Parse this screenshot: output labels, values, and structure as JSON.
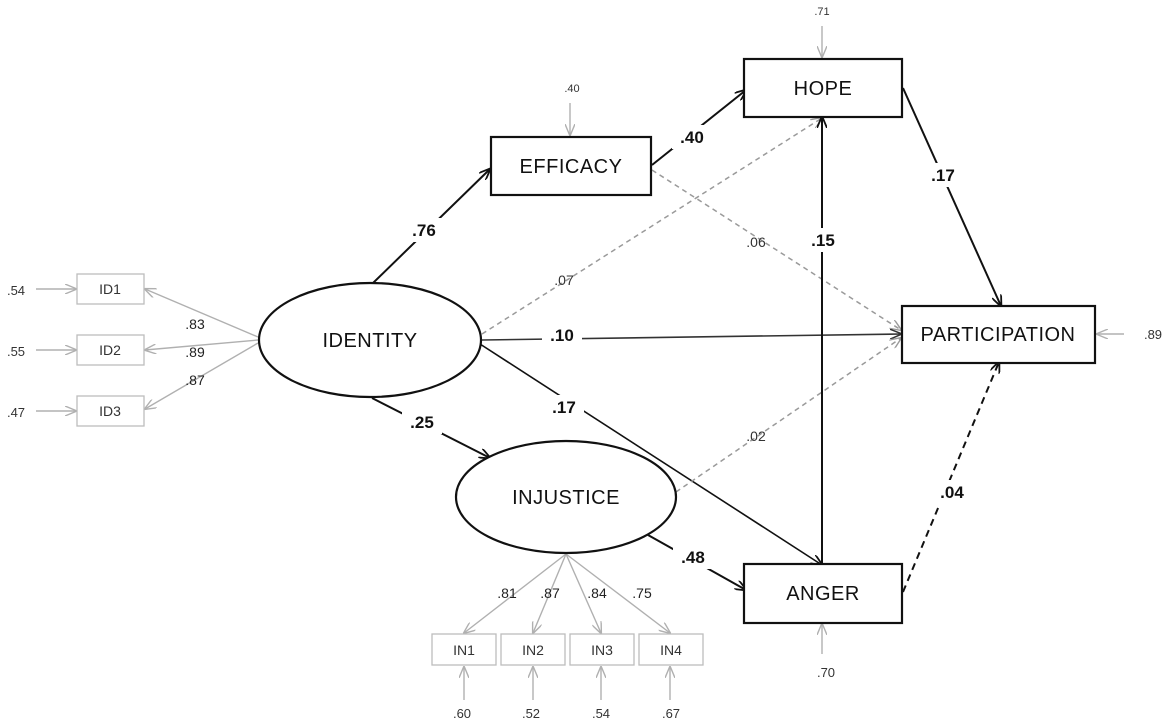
{
  "latent": {
    "identity": "IDENTITY",
    "injustice": "INJUSTICE"
  },
  "observed": {
    "efficacy": "EFFICACY",
    "hope": "HOPE",
    "participation": "PARTICIPATION",
    "anger": "ANGER"
  },
  "indicators": {
    "id1": "ID1",
    "id2": "ID2",
    "id3": "ID3",
    "in1": "IN1",
    "in2": "IN2",
    "in3": "IN3",
    "in4": "IN4"
  },
  "paths": {
    "identity_efficacy": ".76",
    "efficacy_hope": ".40",
    "identity_hope": ".07",
    "efficacy_participation": ".06",
    "identity_participation": ".10",
    "identity_anger": ".17",
    "identity_injustice": ".25",
    "injustice_participation": ".02",
    "injustice_anger": ".48",
    "anger_hope": ".15",
    "hope_participation": ".17",
    "anger_participation": ".04"
  },
  "loadings": {
    "id1": ".83",
    "id2": ".89",
    "id3": ".87",
    "in1": ".81",
    "in2": ".87",
    "in3": ".84",
    "in4": ".75"
  },
  "errors": {
    "id1": ".54",
    "id2": ".55",
    "id3": ".47",
    "in1": ".60",
    "in2": ".52",
    "in3": ".54",
    "in4": ".67",
    "efficacy": ".40",
    "hope": ".71",
    "participation": ".89",
    "anger": ".70"
  },
  "colors": {
    "strong": "#111111",
    "medium": "#333333",
    "light": "#9a9a9a",
    "indicator": "#b5b5b5"
  }
}
